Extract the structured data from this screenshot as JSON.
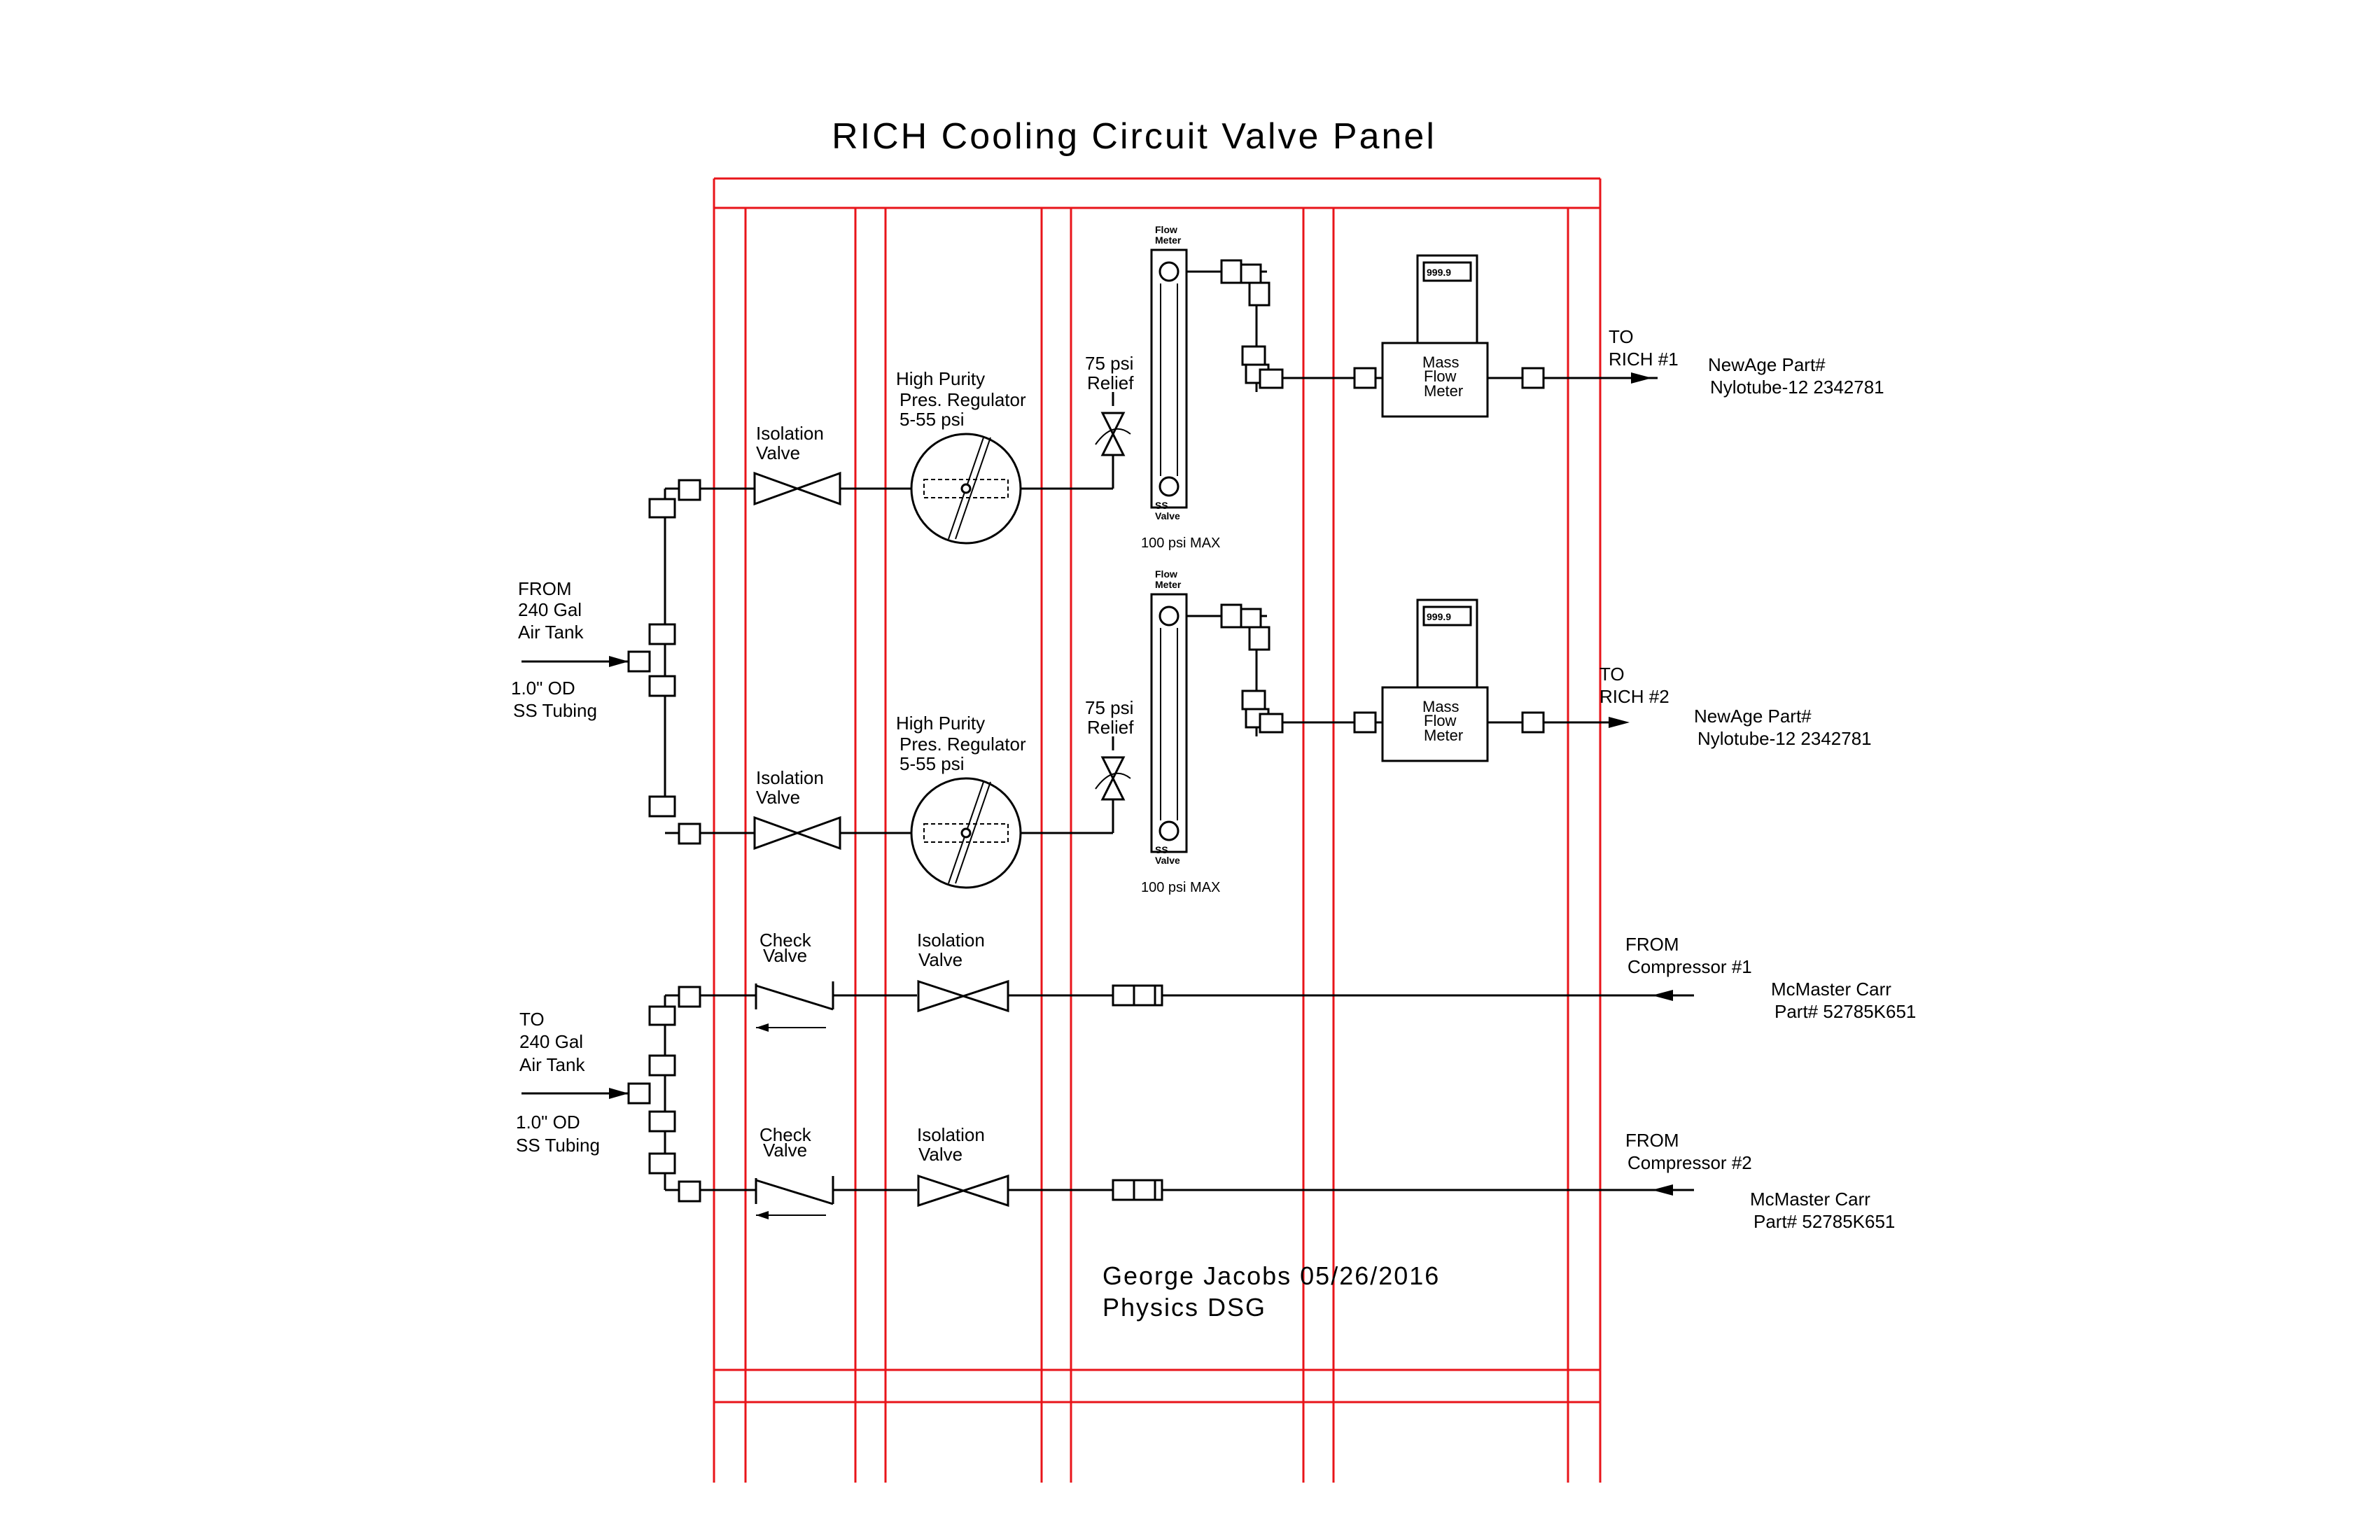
{
  "title": "RICH Cooling Circuit Valve Panel",
  "signature": {
    "name_date": "George Jacobs 05/26/2016",
    "group": "Physics DSG"
  },
  "inlet": {
    "line1": "FROM",
    "line2": "240 Gal",
    "line3": "Air Tank",
    "tubing1": "1.0\" OD",
    "tubing2": "SS Tubing"
  },
  "outlet_tank": {
    "line1": "TO",
    "line2": "240 Gal",
    "line3": "Air Tank",
    "tubing1": "1.0\" OD",
    "tubing2": "SS Tubing"
  },
  "supply_lines": [
    {
      "isolation_valve": [
        "Isolation",
        "Valve"
      ],
      "regulator": [
        "High Purity",
        "Pres. Regulator",
        "5-55 psi"
      ],
      "relief": [
        "75 psi",
        "Relief"
      ],
      "flow_meter_top": [
        "Flow",
        "Meter"
      ],
      "flow_meter_bottom": [
        "SS",
        "Valve"
      ],
      "flow_meter_max": "100 psi MAX",
      "mfm_display": "999.9",
      "mfm_label": [
        "Mass",
        "Flow",
        "Meter"
      ],
      "dest": [
        "TO",
        "RICH #1"
      ],
      "part": [
        "NewAge Part#",
        "Nylotube-12 2342781"
      ]
    },
    {
      "isolation_valve": [
        "Isolation",
        "Valve"
      ],
      "regulator": [
        "High Purity",
        "Pres. Regulator",
        "5-55 psi"
      ],
      "relief": [
        "75 psi",
        "Relief"
      ],
      "flow_meter_top": [
        "Flow",
        "Meter"
      ],
      "flow_meter_bottom": [
        "SS",
        "Valve"
      ],
      "flow_meter_max": "100 psi MAX",
      "mfm_display": "999.9",
      "mfm_label": [
        "Mass",
        "Flow",
        "Meter"
      ],
      "dest": [
        "TO",
        "RICH #2"
      ],
      "part": [
        "NewAge Part#",
        "Nylotube-12 2342781"
      ]
    }
  ],
  "compressor_lines": [
    {
      "check_valve": [
        "Check",
        "Valve"
      ],
      "isolation_valve": [
        "Isolation",
        "Valve"
      ],
      "source": [
        "FROM",
        "Compressor #1"
      ],
      "part": [
        "McMaster Carr",
        "Part# 52785K651"
      ]
    },
    {
      "check_valve": [
        "Check",
        "Valve"
      ],
      "isolation_valve": [
        "Isolation",
        "Valve"
      ],
      "source": [
        "FROM",
        "Compressor #2"
      ],
      "part": [
        "McMaster Carr",
        "Part# 52785K651"
      ]
    }
  ],
  "colors": {
    "frame": "#e8141a",
    "lines": "#000000"
  }
}
